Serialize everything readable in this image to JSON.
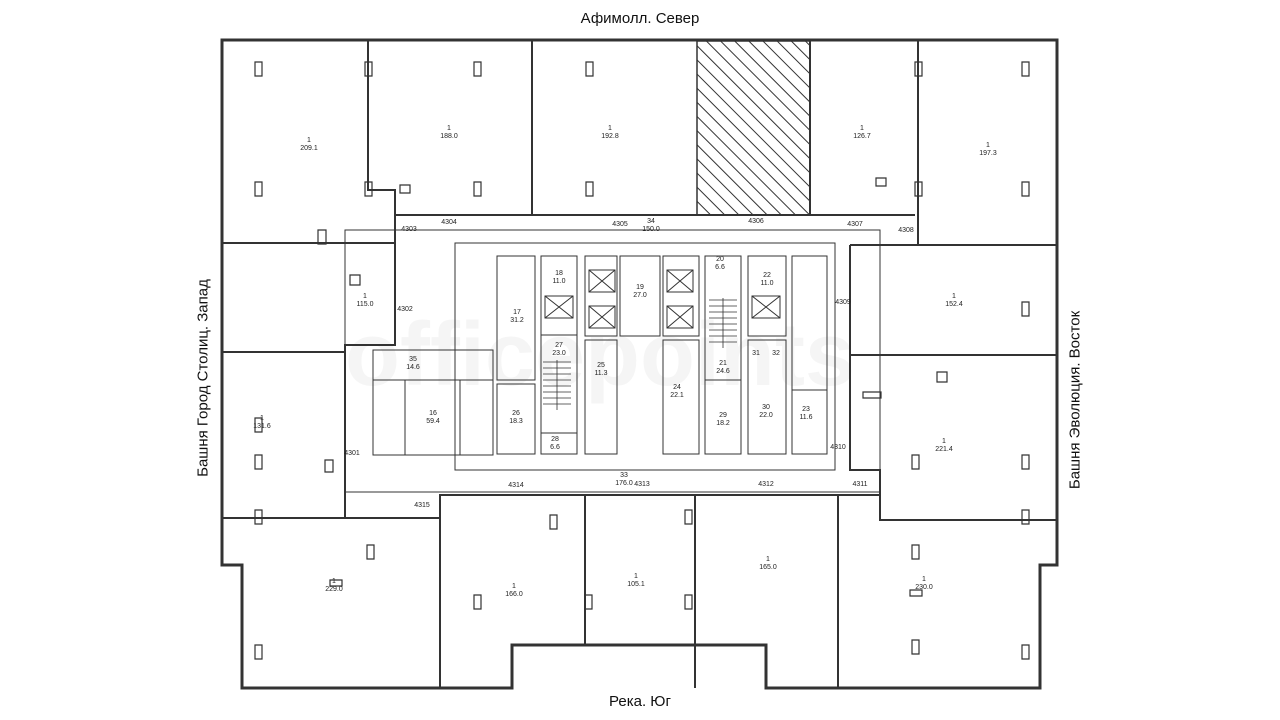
{
  "orientation": {
    "north": "Афимолл. Север",
    "south": "Река. Юг",
    "west": "Башня Город Столиц. Запад",
    "east": "Башня Эволюция. Восток"
  },
  "watermark": "officepoints",
  "rooms": [
    {
      "id": "1",
      "area": "209.1"
    },
    {
      "id": "1",
      "area": "188.0"
    },
    {
      "id": "1",
      "area": "192.8"
    },
    {
      "id": "1",
      "area": "126.7"
    },
    {
      "id": "1",
      "area": "197.3"
    },
    {
      "id": "1",
      "area": "115.0"
    },
    {
      "id": "1",
      "area": "152.4"
    },
    {
      "id": "1",
      "area": "131.6"
    },
    {
      "id": "1",
      "area": "221.4"
    },
    {
      "id": "1",
      "area": "229.0"
    },
    {
      "id": "1",
      "area": "166.0"
    },
    {
      "id": "1",
      "area": "105.1"
    },
    {
      "id": "1",
      "area": "165.0"
    },
    {
      "id": "1",
      "area": "230.0"
    },
    {
      "id": "34",
      "area": "150.0"
    },
    {
      "id": "33",
      "area": "176.0"
    },
    {
      "id": "17",
      "area": "31.2"
    },
    {
      "id": "18",
      "area": "11.0"
    },
    {
      "id": "19",
      "area": "27.0"
    },
    {
      "id": "20",
      "area": "6.6"
    },
    {
      "id": "22",
      "area": "11.0"
    },
    {
      "id": "27",
      "area": "23.0"
    },
    {
      "id": "25",
      "area": "11.3"
    },
    {
      "id": "35",
      "area": "14.6"
    },
    {
      "id": "16",
      "area": "59.4"
    },
    {
      "id": "26",
      "area": "18.3"
    },
    {
      "id": "28",
      "area": "6.6"
    },
    {
      "id": "24",
      "area": "22.1"
    },
    {
      "id": "21",
      "area": "24.6"
    },
    {
      "id": "29",
      "area": "18.2"
    },
    {
      "id": "30",
      "area": "22.0"
    },
    {
      "id": "23",
      "area": "11.6"
    },
    {
      "id": "31",
      "area": ""
    },
    {
      "id": "32",
      "area": ""
    }
  ],
  "doors": [
    "4301",
    "4302",
    "4303",
    "4304",
    "4305",
    "4306",
    "4307",
    "4308",
    "4309",
    "4310",
    "4311",
    "4312",
    "4313",
    "4314",
    "4315"
  ]
}
